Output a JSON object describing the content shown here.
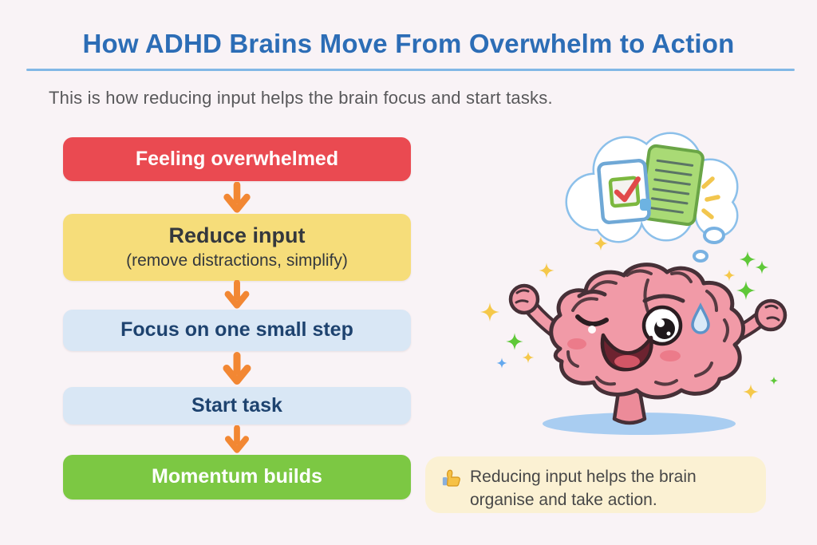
{
  "header": {
    "title": "How ADHD Brains Move From Overwhelm to Action",
    "subtitle": "This is how reducing input helps the brain focus and start tasks."
  },
  "flow": {
    "steps": [
      {
        "label": "Feeling overwhelmed",
        "sublabel": "",
        "bg": "#ea4a51",
        "fg": "#ffffff"
      },
      {
        "label": "Reduce input",
        "sublabel": "(remove distractions, simplify)",
        "bg": "#f6dd7a",
        "fg": "#34383d"
      },
      {
        "label": "Focus on one small step",
        "sublabel": "",
        "bg": "#d9e7f5",
        "fg": "#1e436f"
      },
      {
        "label": "Start task",
        "sublabel": "",
        "bg": "#d9e7f5",
        "fg": "#1e436f"
      },
      {
        "label": "Momentum builds",
        "sublabel": "",
        "bg": "#7cc843",
        "fg": "#ffffff"
      }
    ],
    "arrow_color": "#f28733"
  },
  "note": {
    "icon": "thumbs-up-icon",
    "text": "Reducing input helps the brain organise and take action.",
    "bg": "#fbf1d3"
  },
  "colors": {
    "background": "#f9f3f6",
    "title": "#2c6db6",
    "divider": "#82b8e6",
    "brain_pink": "#f19aa7",
    "brain_outline": "#463037",
    "shadow_blue": "#a9cdf1",
    "doc_green": "#a9da75",
    "check_red": "#e14a4a",
    "sparkle_yellow": "#f5c84a",
    "sparkle_green": "#5fc838"
  }
}
